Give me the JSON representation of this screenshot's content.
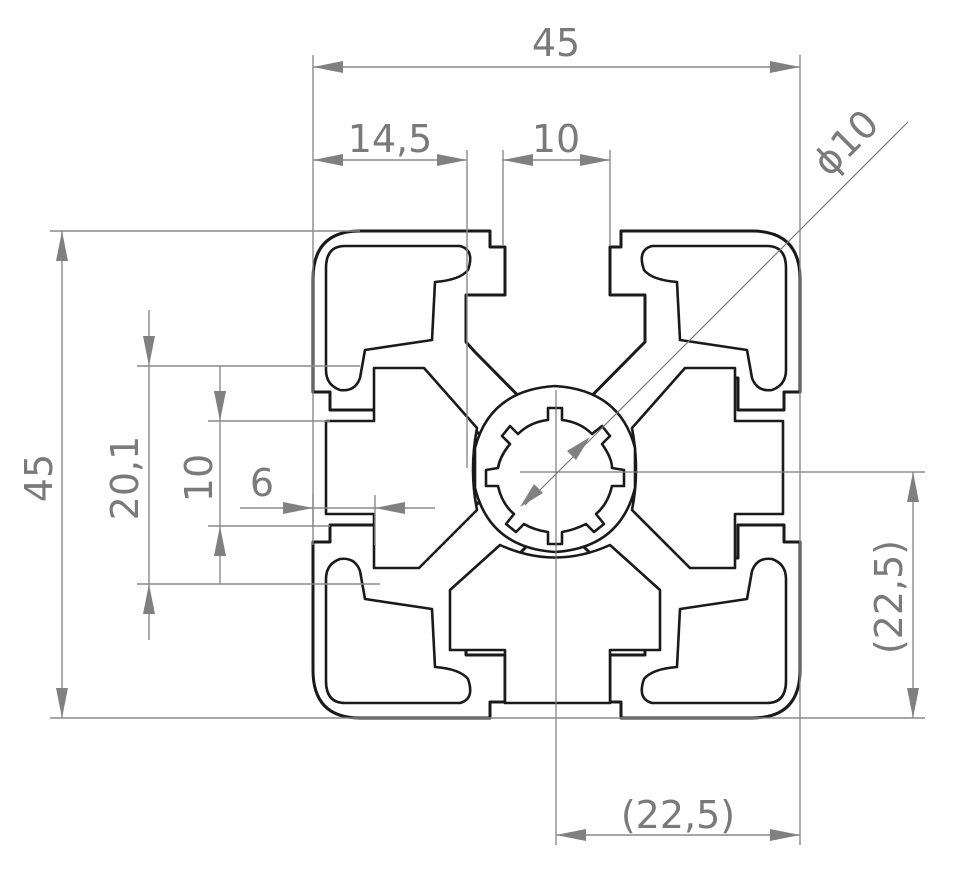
{
  "colors": {
    "outline": "#1a1a1a",
    "dimension": "#7a7a7a",
    "background": "#ffffff"
  },
  "dimensions": {
    "overall_width": "45",
    "overall_height": "45",
    "left_offset": "14,5",
    "slot_width": "10",
    "bore_diameter": "ϕ10",
    "slot_depth": "20,1",
    "slot_inner": "10",
    "slot_lip": "6",
    "half_height": "(22,5)",
    "half_width": "(22,5)"
  }
}
